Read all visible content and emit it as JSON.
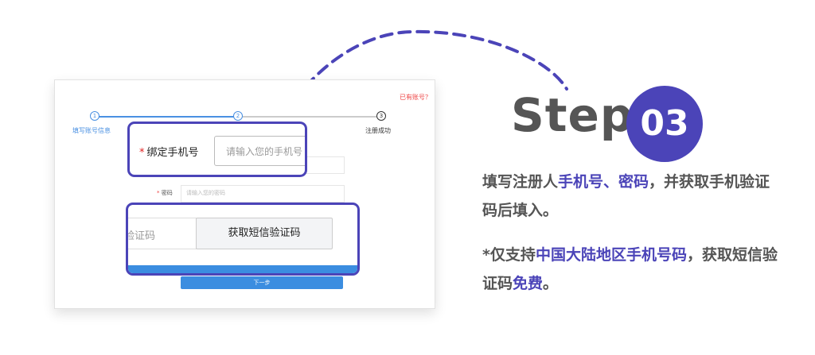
{
  "card": {
    "login_link": "已有账号？",
    "steps": [
      {
        "number": "1",
        "label": "填写账号信息"
      },
      {
        "number": "2",
        "label": ""
      },
      {
        "number": "3",
        "label": "注册成功"
      }
    ],
    "password_label": "密码",
    "password_placeholder": "请输入您的密码",
    "next_button": "下一步"
  },
  "callout_phone": {
    "required_mark": "*",
    "label": "绑定手机号",
    "placeholder": "请输入您的手机号"
  },
  "callout_code": {
    "input_placeholder": "验证码",
    "button_label": "获取短信验证码"
  },
  "heading": {
    "word": "Step",
    "number": "03"
  },
  "description_1": {
    "parts": [
      "填写注册人",
      "手机号、密码",
      "，并获取手机验证码后填入。"
    ]
  },
  "description_2": {
    "parts": [
      "*仅支持",
      "中国大陆地区手机号码",
      "，获取短信验证码",
      "免费",
      "。"
    ]
  },
  "colors": {
    "accent": "#4b44b8",
    "heading_gray": "#555555",
    "progress_blue": "#4a90e2"
  }
}
